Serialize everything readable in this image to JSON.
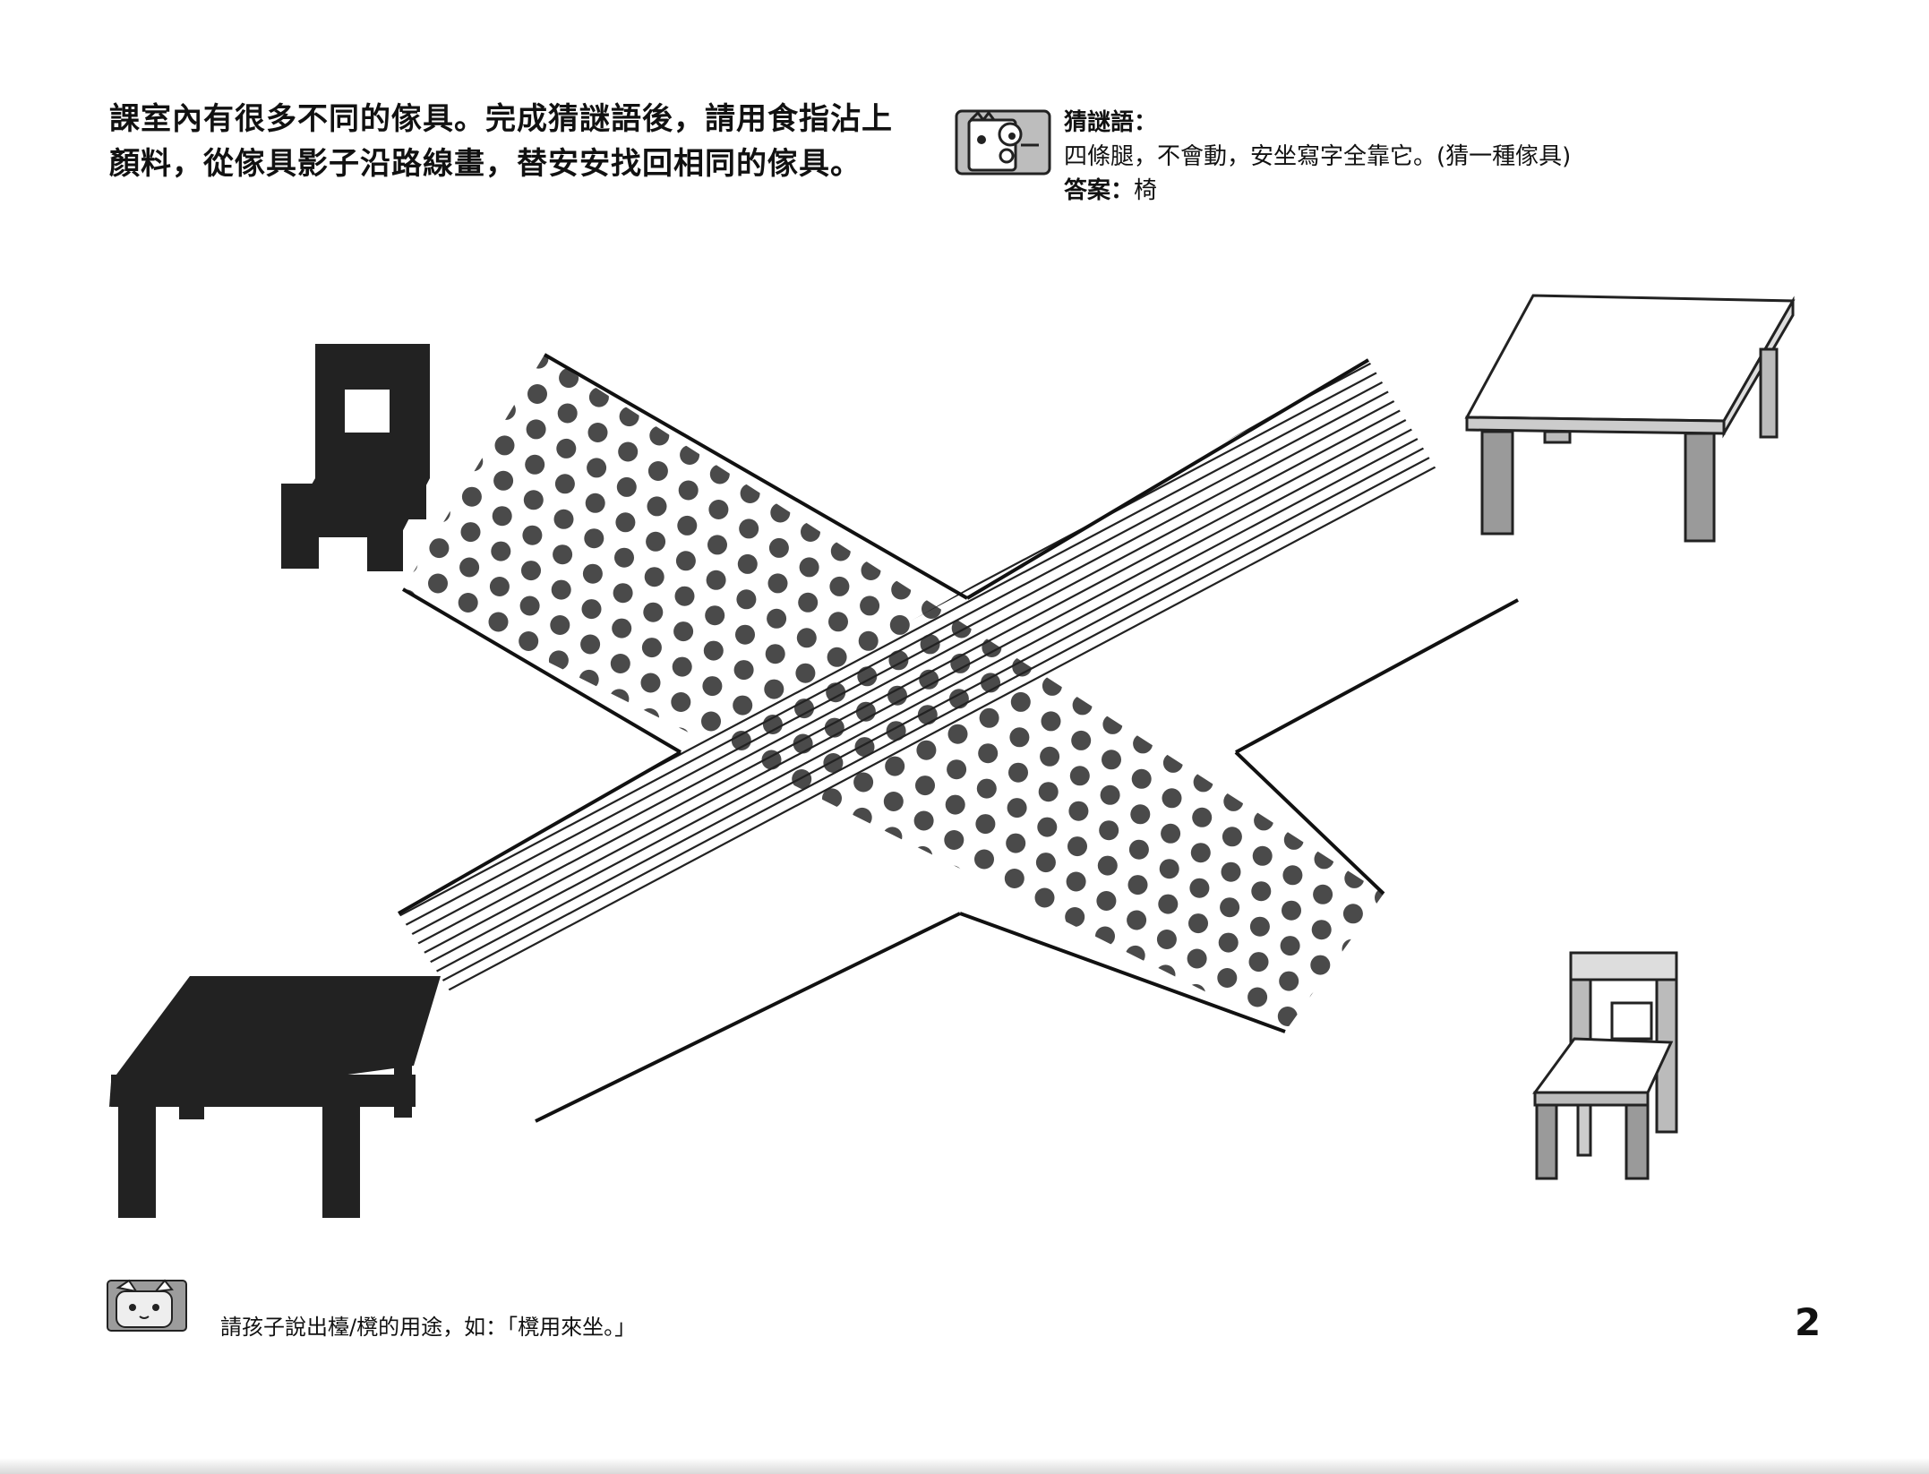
{
  "instructions": {
    "line1": "課室內有很多不同的傢具。完成猜謎語後，請用食指沾上",
    "line2": "顏料，從傢具影子沿路線畫，替安安找回相同的傢具。"
  },
  "riddle": {
    "title": "猜謎語：",
    "question": "四條腿，不會動，安坐寫字全靠它。(猜一種傢具)",
    "answer_label": "答案：",
    "answer_value": "椅"
  },
  "footer": {
    "note": "請孩子說出檯/櫈的用途，如：「櫈用來坐。」"
  },
  "page_number": "2",
  "colors": {
    "ink": "#111111",
    "shadow_fill": "#222222",
    "dot": "#4a4a4a",
    "furniture_shade": "#9a9a9a"
  },
  "icons": {
    "riddle": "cartoon-face-icon",
    "footer": "cartoon-cat-icon"
  }
}
